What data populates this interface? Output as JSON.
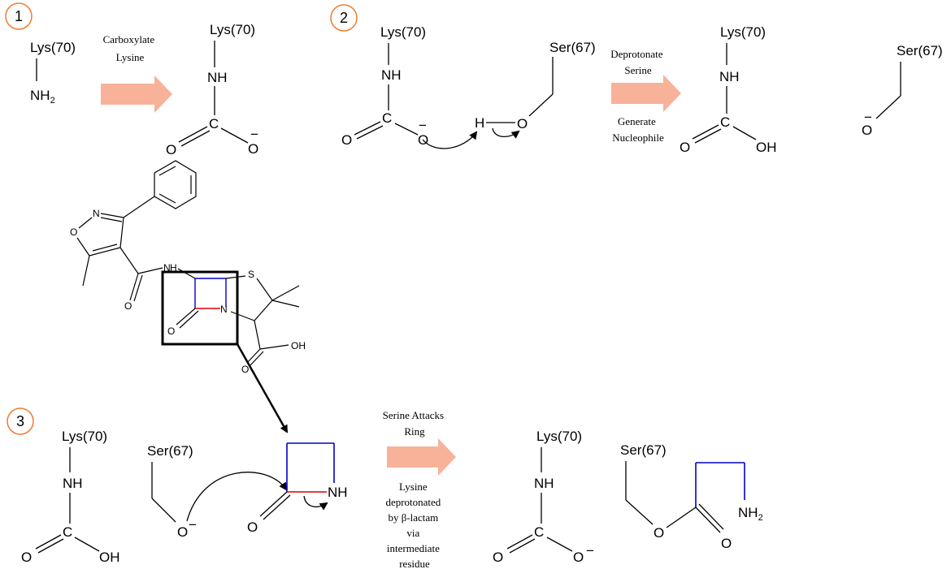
{
  "steps": {
    "s1": "1",
    "s2": "2",
    "s3": "3"
  },
  "labels": {
    "lys70": "Lys(70)",
    "ser67": "Ser(67)",
    "nh": "NH",
    "nh2_n": "NH",
    "nh2_sub": "2",
    "c": "C",
    "o": "O",
    "oh": "OH",
    "h": "H",
    "n": "N",
    "s": "S",
    "minus": "−"
  },
  "arrows": {
    "a1": [
      "Carboxylate",
      "Lysine"
    ],
    "a2_top": [
      "Deprotonate",
      "Serine"
    ],
    "a2_bottom": [
      "Generate",
      "Nucleophile"
    ],
    "a3_top": [
      "Serine Attacks",
      "Ring"
    ],
    "a3_bottom": [
      "Lysine",
      "deprotonated",
      "by β-lactam",
      "via",
      "intermediate",
      "residue"
    ]
  },
  "colors": {
    "arrow_fill": "#f7b299",
    "step_circle": "#ed7d31",
    "ring_blue": "#0000cc",
    "ring_red": "#dd0000",
    "bond": "#000000"
  }
}
